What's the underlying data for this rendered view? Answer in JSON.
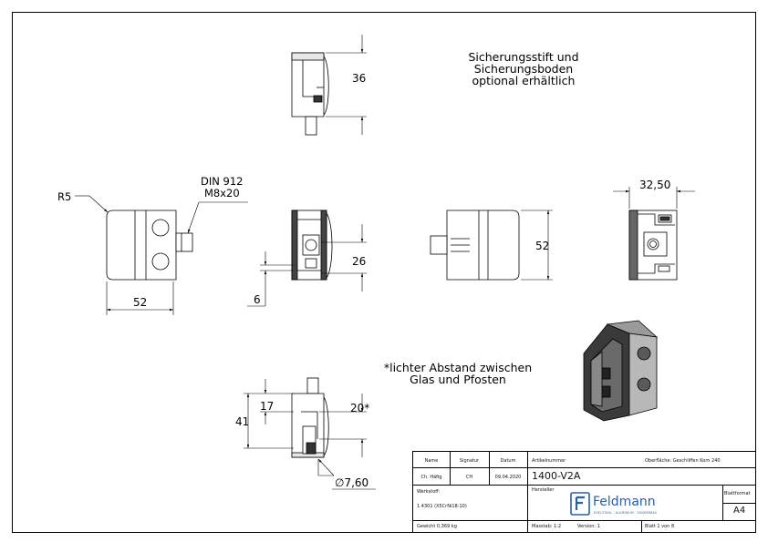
{
  "note_top": [
    "Sicherungsstift und",
    "Sicherungsboden",
    "optional erhältlich"
  ],
  "note_mid": [
    "*lichter Abstand zwischen",
    "Glas und Pfosten"
  ],
  "dims": {
    "d36": "36",
    "r5": "R5",
    "din1": "DIN 912",
    "din2": "M8x20",
    "d52a": "52",
    "d26": "26",
    "d6": "6",
    "d52b": "52",
    "d3250": "32,50",
    "d17": "17",
    "d41": "41",
    "d20": "20*",
    "d760": "∅7,60"
  },
  "title_block": {
    "h_name": "Name",
    "h_signatur": "Signatur",
    "h_datum": "Datum",
    "h_artikel": "Artikelnummer",
    "h_oberflaeche": "Oberfläche: Geschliffen Korn 240",
    "r_name": "Ch. Häfig",
    "r_signatur": "CH",
    "r_datum": "09.04.2020",
    "artikel": "1400-V2A",
    "werkstoff_label": "Werkstoff:",
    "werkstoff": "1.4301 (X5CrNi18-10)",
    "hersteller": "Hersteller",
    "logo": "Feldmann",
    "logo_sub": "EDELSTAHL · ALUMINIUM · SONDERBAU",
    "blattformat_label": "Blattformat",
    "blattformat": "A4",
    "gewicht": "Gewicht 0,369 kg",
    "massstab": "Masstab: 1:2",
    "version": "Version: 1",
    "blatt": "Blatt 1 von 8"
  }
}
